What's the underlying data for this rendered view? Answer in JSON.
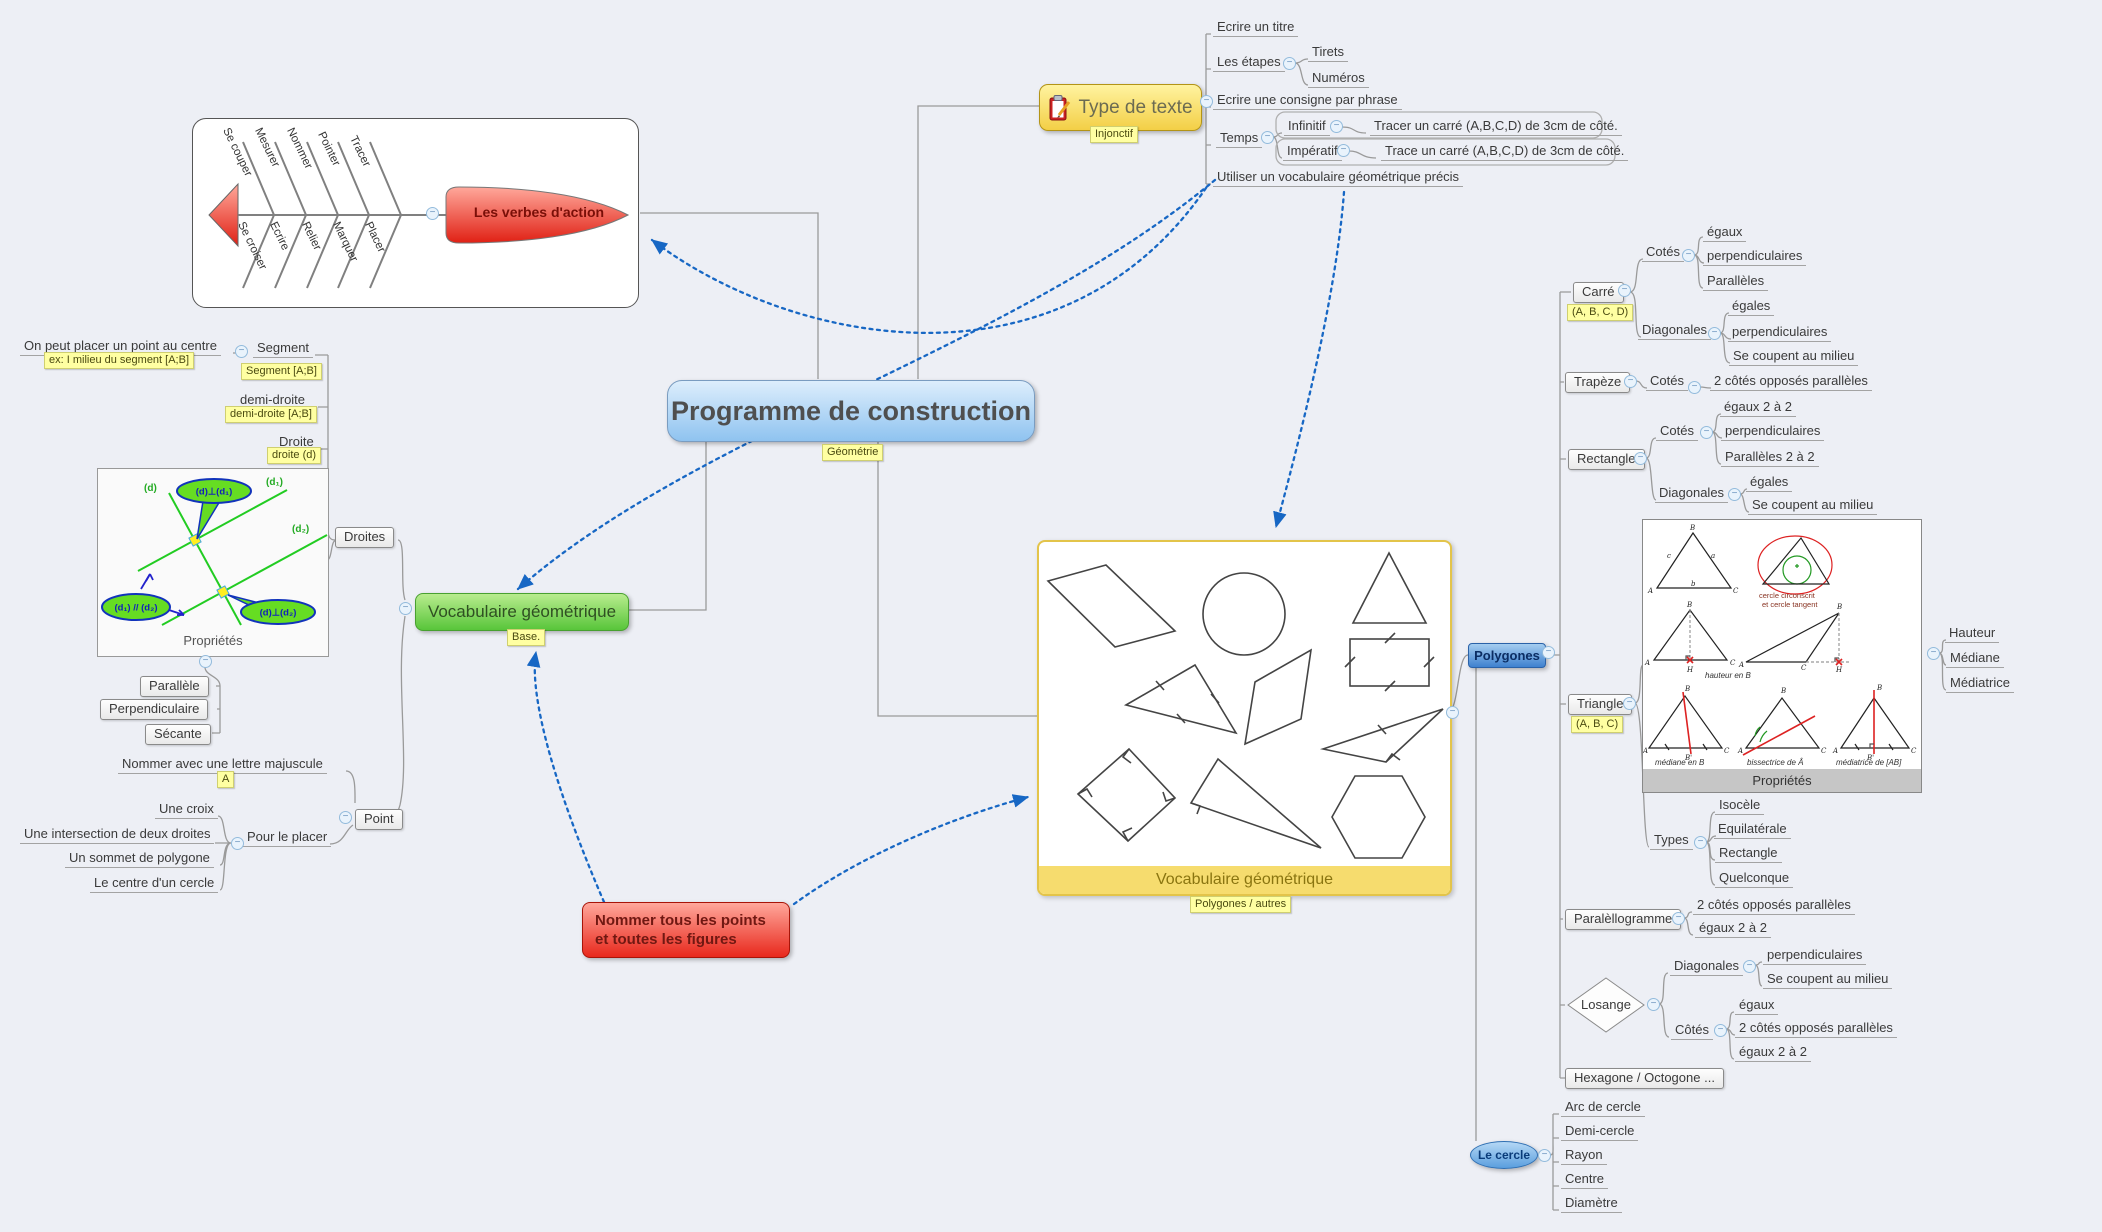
{
  "root": {
    "title": "Programme de construction",
    "label": "Géométrie"
  },
  "type_texte": {
    "title": "Type de texte",
    "label": "Injonctif",
    "titre": "Ecrire un titre",
    "etapes": "Les étapes",
    "tirets": "Tirets",
    "numeros": "Numéros",
    "consigne": "Ecrire une consigne par phrase",
    "temps": "Temps",
    "infinitif": "Infinitif",
    "infinitif_ex": "Tracer un carré (A,B,C,D) de 3cm de côté.",
    "imperatif": "Impératif",
    "imperatif_ex": "Trace un carré (A,B,C,D) de 3cm de côté.",
    "vocab_precis": "Utiliser un vocabulaire géométrique précis"
  },
  "verbes": {
    "title": "Les verbes d'action",
    "top": [
      "Se couper",
      "Mesurer",
      "Nommer",
      "Pointer",
      "Tracer"
    ],
    "bottom": [
      "Se croiser",
      "Ecrire",
      "Relier",
      "Marquer",
      "Placer"
    ]
  },
  "vocab": {
    "title": "Vocabulaire géométrique",
    "label": "Base."
  },
  "droites": {
    "title": "Droites",
    "on_peut": "On peut placer un point au centre",
    "on_peut_label": "ex: I milieu du segment [A;B]",
    "segment": "Segment",
    "segment_label": "Segment [A;B]",
    "demi_droite": "demi-droite",
    "demi_droite_label": "demi-droite [A;B]",
    "droite": "Droite",
    "droite_label": "droite (d)",
    "image": {
      "caption": "Propriétés",
      "d": "(d)",
      "d1": "(d₁)",
      "d2": "(d₂)",
      "perp1": "(d)⊥(d₁)",
      "para": "(d₁) // (d₂)",
      "perp2": "(d)⊥(d₂)"
    },
    "proprietes": [
      "Parallèle",
      "Perpendiculaire",
      "Sécante"
    ]
  },
  "point": {
    "title": "Point",
    "nommer": "Nommer avec une lettre majuscule",
    "nommer_label": "A",
    "placer": "Pour le placer",
    "placer_items": [
      "Une croix",
      "Une intersection de deux droites",
      "Un sommet de polygone",
      "Le centre d'un cercle"
    ]
  },
  "nommer_node": {
    "line1": "Nommer tous les points",
    "line2": "et toutes les figures"
  },
  "shapes_box": {
    "caption": "Vocabulaire géométrique",
    "label": "Polygones / autres"
  },
  "poly": {
    "title": "Polygones",
    "carre": {
      "title": "Carré",
      "label": "(A, B, C, D)",
      "cotes": "Cotés",
      "cotes_items": [
        "égaux",
        "perpendiculaires",
        "Parallèles"
      ],
      "diagonales": "Diagonales",
      "diag_items": [
        "égales",
        "perpendiculaires",
        "Se coupent au milieu"
      ]
    },
    "trapeze": {
      "title": "Trapèze",
      "cotes": "Cotés",
      "cotes_items": [
        "2 côtés opposés parallèles"
      ]
    },
    "rectangle": {
      "title": "Rectangle",
      "cotes": "Cotés",
      "cotes_items": [
        "égaux 2 à 2",
        "perpendiculaires",
        "Parallèles 2 à 2"
      ],
      "diagonales": "Diagonales",
      "diag_items": [
        "égales",
        "Se coupent au milieu"
      ]
    },
    "triangle": {
      "title": "Triangle",
      "label": "(A, B, C)",
      "caption": "Propriétés",
      "captions": {
        "circ1": "cercle circonscrit",
        "circ2": "et cercle tangent",
        "hauteur": "hauteur en B",
        "mediane": "médiane en B",
        "bissectrice": "bissectrice de Â",
        "mediatrice": "médiatrice de [AB]"
      },
      "props": [
        "Hauteur",
        "Médiane",
        "Médiatrice"
      ],
      "types": "Types",
      "types_items": [
        "Isocèle",
        "Equilatérale",
        "Rectangle",
        "Quelconque"
      ]
    },
    "parallelogramme": {
      "title": "Paralèllogramme",
      "items": [
        "2 côtés opposés parallèles",
        "égaux 2 à 2"
      ]
    },
    "losange": {
      "title": "Losange",
      "diagonales": "Diagonales",
      "diag_items": [
        "perpendiculaires",
        "Se coupent au milieu"
      ],
      "cotes": "Côtés",
      "cotes_items": [
        "égaux",
        "2 côtés opposés parallèles",
        "égaux 2 à 2"
      ]
    },
    "hexagone": {
      "title": "Hexagone / Octogone ..."
    }
  },
  "cercle": {
    "title": "Le cercle",
    "items": [
      "Arc de cercle",
      "Demi-cercle",
      "Rayon",
      "Centre",
      "Diamètre"
    ]
  },
  "tri_labels": {
    "A": "A",
    "B": "B",
    "C": "C",
    "H": "H",
    "Bp": "B'",
    "a": "a",
    "b": "b",
    "c": "c"
  },
  "colors": {
    "accent_blue": "#1767c4",
    "node_blue": "#8fc3f0",
    "node_green": "#55c837",
    "node_red": "#ee2e24",
    "node_yellow": "#f3cf46",
    "label_yellow": "#ffffa2"
  }
}
